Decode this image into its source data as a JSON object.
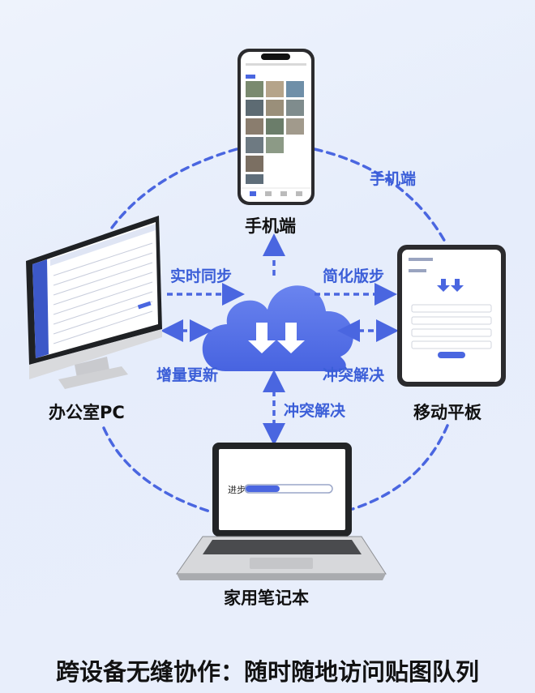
{
  "devices": {
    "phone": {
      "label": "手机端"
    },
    "tablet": {
      "label": "移动平板"
    },
    "pc": {
      "label": "办公室PC"
    },
    "laptop": {
      "label": "家用笔记本"
    }
  },
  "connections": {
    "realtime_sync": "实时同步",
    "simplified_sync": "简化版步",
    "incremental_update": "增量更新",
    "conflict_resolve_right": "冲突解决",
    "conflict_resolve_bottom": "冲突解决",
    "phone_arc": "手机端"
  },
  "laptop_screen": {
    "progress_label": "进步",
    "progress_fraction": 0.4
  },
  "title": "跨设备无缝协作：随时随地访问贴图队列",
  "colors": {
    "accent": "#4a66e0",
    "cloud": "#5872e6",
    "text": "#111111"
  }
}
